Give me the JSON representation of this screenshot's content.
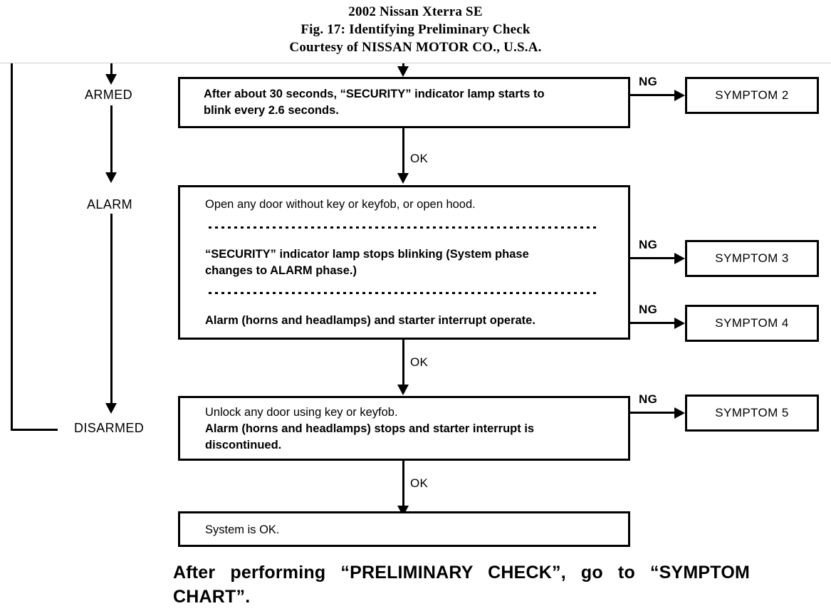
{
  "header": {
    "line1": "2002 Nissan Xterra SE",
    "line2": "Fig. 17: Identifying Preliminary Check",
    "line3": "Courtesy of NISSAN MOTOR CO., U.S.A."
  },
  "flowchart": {
    "phase_labels": [
      {
        "id": "armed",
        "text": "ARMED"
      },
      {
        "id": "alarm",
        "text": "ALARM"
      },
      {
        "id": "disarmed",
        "text": "DISARMED"
      }
    ],
    "edge_labels": {
      "ok_1": "OK",
      "ok_2": "OK",
      "ok_3": "OK",
      "ng_1": "NG",
      "ng_2": "NG",
      "ng_3": "NG",
      "ng_4": "NG"
    },
    "steps": [
      {
        "id": "step-1",
        "lines": [
          {
            "text": "After about 30 seconds, “SECURITY” indicator lamp starts to\nblink every 2.6 seconds.",
            "weight": "bold"
          }
        ]
      },
      {
        "id": "step-2",
        "lines": [
          {
            "text": "Open any door without key or keyfob, or open hood.",
            "weight": "regular"
          },
          {
            "text": "“SECURITY” indicator lamp stops blinking (System phase\nchanges to ALARM phase.)",
            "weight": "bold"
          },
          {
            "text": "Alarm (horns and headlamps) and starter interrupt operate.",
            "weight": "bold"
          }
        ]
      },
      {
        "id": "step-3",
        "lines": [
          {
            "text": "Unlock any door using key or keyfob.",
            "weight": "regular"
          },
          {
            "text": "Alarm (horns and headlamps) stops and starter interrupt is\ndiscontinued.",
            "weight": "bold"
          }
        ]
      },
      {
        "id": "step-4",
        "lines": [
          {
            "text": "System is OK.",
            "weight": "regular"
          }
        ]
      }
    ],
    "symptoms": [
      {
        "id": "symptom-2",
        "label": "SYMPTOM 2"
      },
      {
        "id": "symptom-3",
        "label": "SYMPTOM 3"
      },
      {
        "id": "symptom-4",
        "label": "SYMPTOM 4"
      },
      {
        "id": "symptom-5",
        "label": "SYMPTOM 5"
      }
    ]
  },
  "footer": {
    "line1": "After performing “PRELIMINARY CHECK”, go to “SYMPTOM",
    "line2": "CHART”."
  }
}
